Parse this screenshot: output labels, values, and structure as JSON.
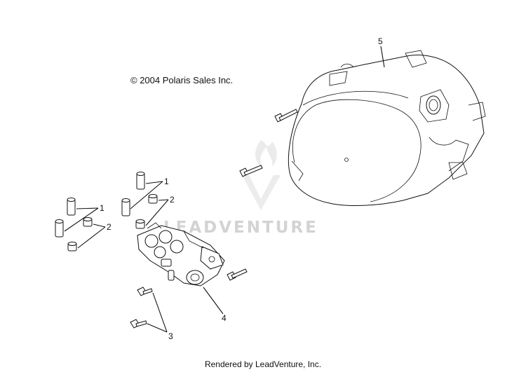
{
  "copyright": "© 2004 Polaris Sales Inc.",
  "watermark": "LEADVENTURE",
  "footer": "Rendered by LeadVenture, Inc.",
  "callouts": [
    {
      "id": "c1a",
      "label": "1"
    },
    {
      "id": "c1b",
      "label": "1"
    },
    {
      "id": "c2a",
      "label": "2"
    },
    {
      "id": "c2b",
      "label": "2"
    },
    {
      "id": "c3",
      "label": "3"
    },
    {
      "id": "c4",
      "label": "4"
    },
    {
      "id": "c5",
      "label": "5"
    }
  ]
}
